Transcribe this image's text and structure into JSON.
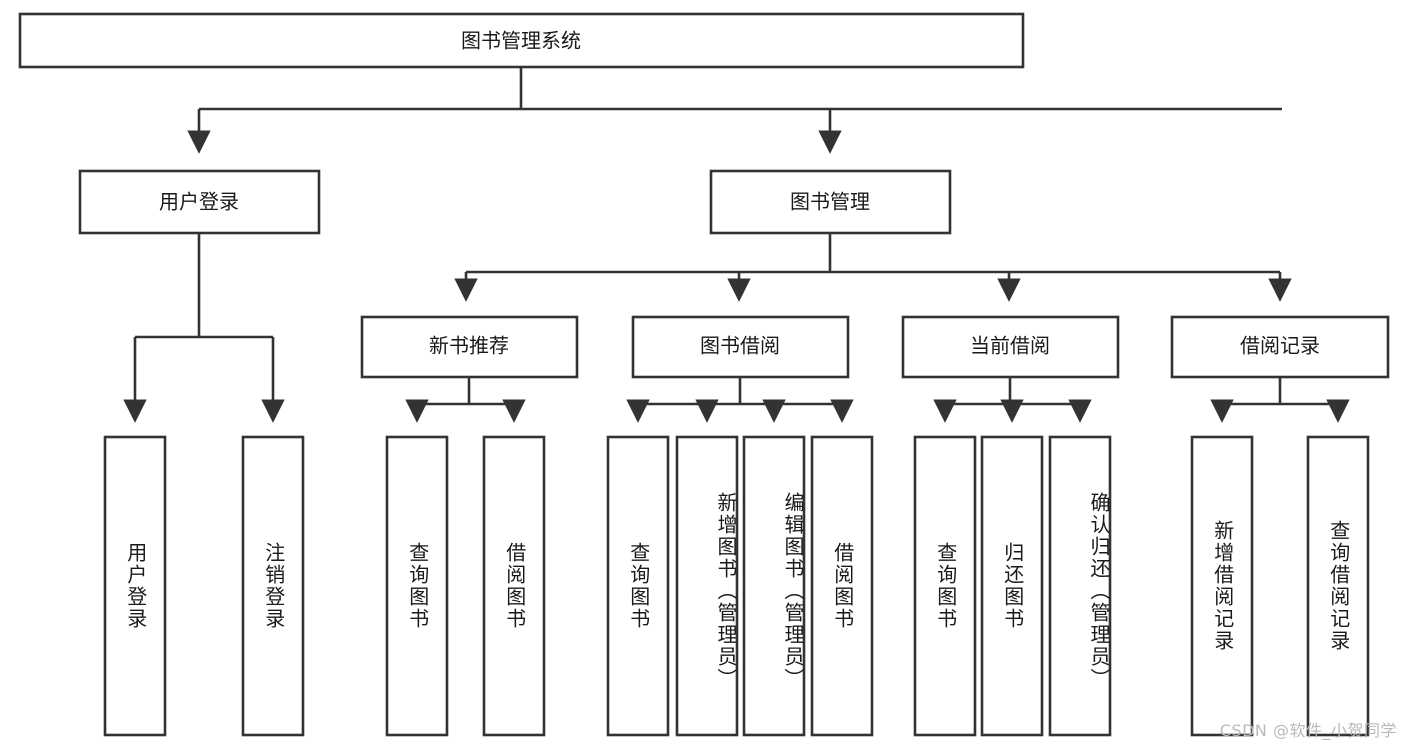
{
  "diagram": {
    "title": "图书管理系统",
    "type": "tree-hierarchy-diagram",
    "colors": {
      "box_fill": "#ffffff",
      "box_stroke": "#333333",
      "text": "#1a1a1a",
      "background": "#ffffff",
      "watermark": "#b9b9b9"
    },
    "root": {
      "label": "图书管理系统"
    },
    "level2": [
      {
        "label": "用户登录"
      },
      {
        "label": "图书管理"
      }
    ],
    "level3": [
      {
        "label": "新书推荐"
      },
      {
        "label": "图书借阅"
      },
      {
        "label": "当前借阅"
      },
      {
        "label": "借阅记录"
      }
    ],
    "leaves": [
      {
        "label": "用户登录",
        "parent": "用户登录"
      },
      {
        "label": "注销登录",
        "parent": "用户登录"
      },
      {
        "label": "查询图书",
        "parent": "新书推荐"
      },
      {
        "label": "借阅图书",
        "parent": "新书推荐"
      },
      {
        "label": "查询图书",
        "parent": "图书借阅"
      },
      {
        "label": "新增图书（管理员）",
        "parent": "图书借阅"
      },
      {
        "label": "编辑图书（管理员）",
        "parent": "图书借阅"
      },
      {
        "label": "借阅图书",
        "parent": "图书借阅"
      },
      {
        "label": "查询图书",
        "parent": "当前借阅"
      },
      {
        "label": "归还图书",
        "parent": "当前借阅"
      },
      {
        "label": "确认归还（管理员）",
        "parent": "当前借阅"
      },
      {
        "label": "新增借阅记录",
        "parent": "借阅记录"
      },
      {
        "label": "查询借阅记录",
        "parent": "借阅记录"
      }
    ]
  },
  "watermark": {
    "text": "CSDN @软件_小贺同学"
  }
}
